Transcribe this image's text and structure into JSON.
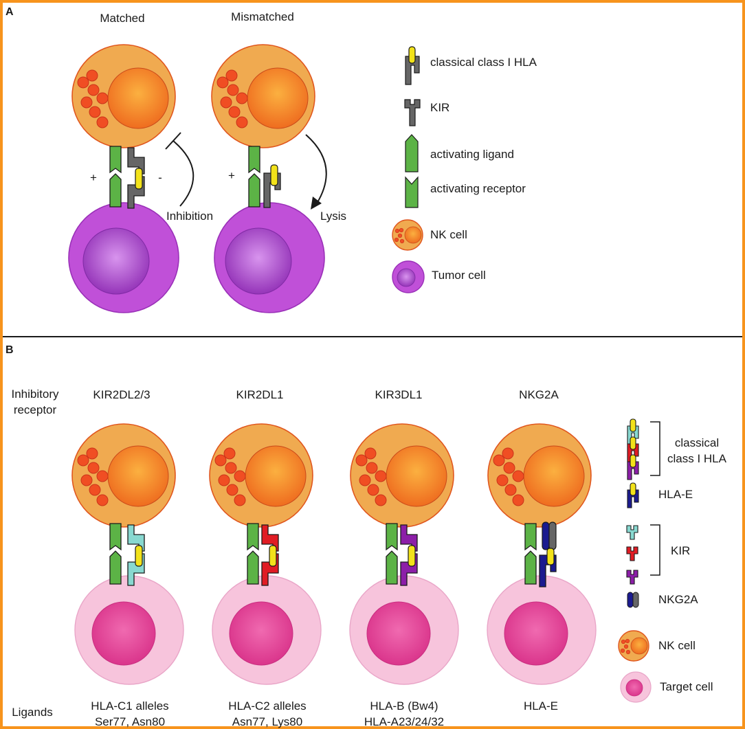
{
  "colors": {
    "frame": "#f7941d",
    "nk_cytoplasm": "#f0aa50",
    "nk_nucleus": "#f07820",
    "granule": "#f04e23",
    "tumor_cell": "#c050d8",
    "tumor_nucleus": "#9a3ac0",
    "target_cell": "#f7c4dc",
    "target_nucleus": "#e0409a",
    "activating": "#5cb346",
    "classical_hla": "#666666",
    "peptide": "#f2e21a",
    "kir2dl23": "#88d8d0",
    "kir2dl1": "#e01c24",
    "kir3dl1": "#8c1ea8",
    "hla_e": "#1b1b8f",
    "nkg2a": "#666666"
  },
  "panel_a": {
    "panel_label": "A",
    "matched_title": "Matched",
    "mismatched_title": "Mismatched",
    "plus_sign_1": "+",
    "minus_sign": "-",
    "plus_sign_2": "+",
    "inhibition_label": "Inhibition",
    "lysis_label": "Lysis",
    "legend": {
      "classical_hla": "classical class I HLA",
      "kir": "KIR",
      "activating_ligand": "activating ligand",
      "activating_receptor": "activating receptor",
      "nk_cell": "NK cell",
      "tumor_cell": "Tumor cell"
    }
  },
  "panel_b": {
    "panel_label": "B",
    "row_label_line1": "Inhibitory",
    "row_label_line2": "receptor",
    "ligands_label": "Ligands",
    "receptors": [
      {
        "name": "KIR2DL2/3",
        "ligand_line1": "HLA-C1 alleles",
        "ligand_line2": "Ser77, Asn80"
      },
      {
        "name": "KIR2DL1",
        "ligand_line1": "HLA-C2 alleles",
        "ligand_line2": "Asn77, Lys80"
      },
      {
        "name": "KIR3DL1",
        "ligand_line1": "HLA-B (Bw4)",
        "ligand_line2": "HLA-A23/24/32"
      },
      {
        "name": "NKG2A",
        "ligand_line1": "HLA-E",
        "ligand_line2": ""
      }
    ],
    "legend": {
      "classical_line1": "classical",
      "classical_line2": "class I HLA",
      "hla_e": "HLA-E",
      "kir": "KIR",
      "nkg2a": "NKG2A",
      "nk_cell": "NK cell",
      "target_cell": "Target cell"
    }
  }
}
